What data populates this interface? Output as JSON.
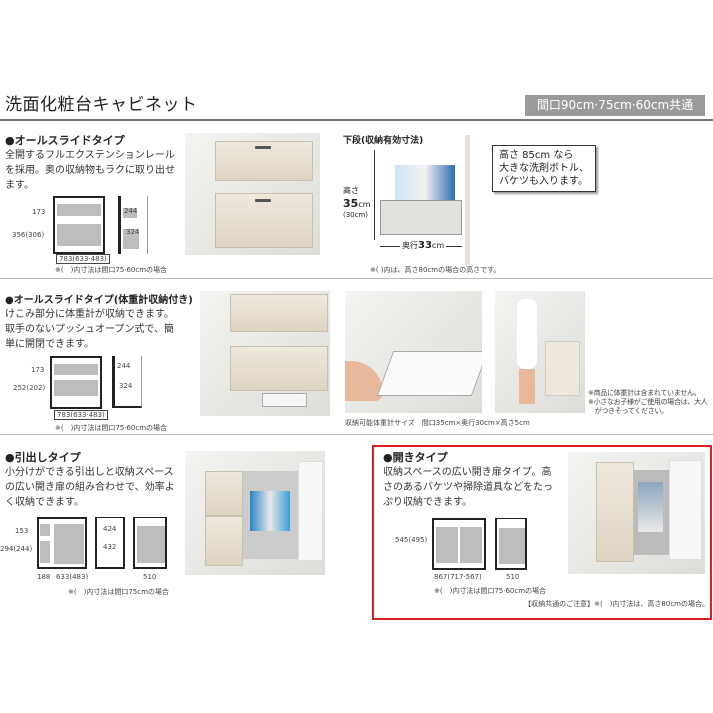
{
  "header": {
    "title": "洗面化粧台キャビネット",
    "badge": "間口90cm·75cm·60cm共通"
  },
  "sections": [
    {
      "heading": "●オールスライドタイプ",
      "desc": [
        "全開するフルエクステンションレール",
        "を採用。奥の収納物もラクに取り出せ",
        "ます。"
      ],
      "dims": {
        "h1": "173",
        "h2": "356(306)",
        "w": "783(633·483)",
        "d1": "244",
        "d2": "324"
      },
      "note": "※(　)内寸法は間口75·60cmの場合"
    },
    {
      "heading": "●オールスライドタイプ(体重計収納付き)",
      "desc": [
        "けこみ部分に体重計が収納できます。",
        "取手のないプッシュオープン式で、簡",
        "単に開閉できます。"
      ],
      "dims": {
        "h1": "173",
        "h2": "252(202)",
        "w": "783(633·483)",
        "d1": "244",
        "d2": "324"
      },
      "note": "※(　)内寸法は間口75·60cmの場合",
      "photo_caption": "収納可能体重計サイズ　間口35cm×奥行30cm×高さ5cm",
      "side_notes": [
        "※商品に体重計は含まれていません。",
        "※小さなお子様がご使用の場合は、大人",
        "　がつきそってください。"
      ]
    },
    {
      "heading": "●引出しタイプ",
      "desc": [
        "小分けができる引出しと収納スペース",
        "の広い開き扉の組み合わせで、効率よ",
        "く収納できます。"
      ],
      "dims": {
        "h1": "153",
        "h2": "294(244)",
        "w1": "188",
        "w2": "633(483)",
        "d1": "424",
        "d2": "432",
        "depth": "510"
      },
      "note": "※(　)内寸法は間口75cmの場合"
    },
    {
      "heading": "●開きタイプ",
      "desc": [
        "収納スペースの広い開き扉タイプ。高",
        "さのあるバケツや掃除道具などをたっ",
        "ぷり収納できます。"
      ],
      "dims": {
        "h": "545(495)",
        "w": "867(717·567)",
        "depth": "510"
      },
      "note": "※(　)内寸法は間口75·60cmの場合",
      "common_note": "【収納共通のご注意】※(　)内寸法は、高さ80cmの場合。",
      "highlight_color": "#e0201e"
    }
  ],
  "lower": {
    "title": "下段(収納有効寸法)",
    "height_label": "高さ",
    "height_value": "35",
    "height_unit": "cm",
    "height_alt": "(30cm)",
    "depth_label": "奥行",
    "depth_value": "33",
    "depth_unit": "cm",
    "callout": [
      "高さ 85cm なら",
      "大きな洗剤ボトル、",
      "バケツも入ります。"
    ],
    "note": "※( )内は、高さ80cmの場合の高さです。"
  }
}
